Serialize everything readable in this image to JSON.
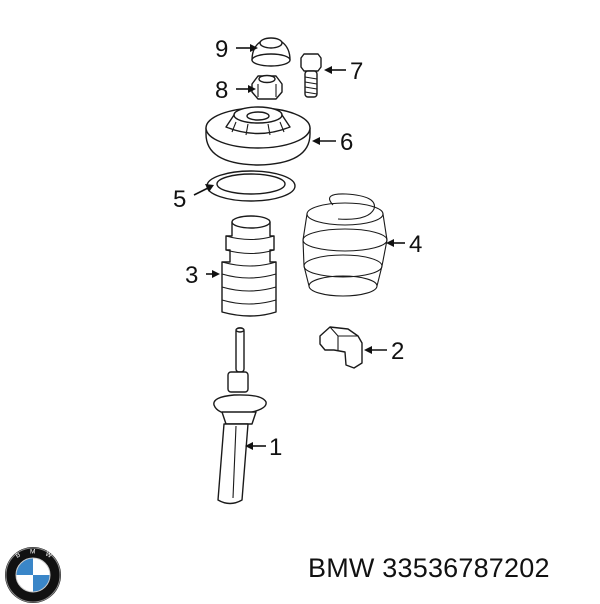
{
  "callouts": [
    {
      "id": "1",
      "label": "1"
    },
    {
      "id": "2",
      "label": "2"
    },
    {
      "id": "3",
      "label": "3"
    },
    {
      "id": "4",
      "label": "4"
    },
    {
      "id": "5",
      "label": "5"
    },
    {
      "id": "6",
      "label": "6"
    },
    {
      "id": "7",
      "label": "7"
    },
    {
      "id": "8",
      "label": "8"
    },
    {
      "id": "9",
      "label": "9"
    }
  ],
  "caption": {
    "brand": "BMW",
    "part_number": "33536787202"
  },
  "logo": {
    "letters": "BMW",
    "colors": {
      "ring": "#111111",
      "blue": "#3a86c8",
      "white": "#ffffff"
    }
  }
}
